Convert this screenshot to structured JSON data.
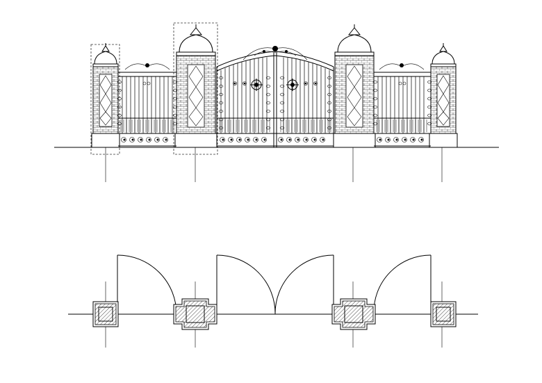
{
  "drawing": {
    "type": "cad-gate-elevation-and-plan",
    "colors": {
      "line": "#000000",
      "background": "#ffffff",
      "dash": "#333333"
    },
    "elevation": {
      "pillars": [
        "pillar-small-left",
        "pillar-large-left",
        "pillar-large-right",
        "pillar-small-right"
      ],
      "panels": [
        "fence-panel-left",
        "main-gate",
        "fence-panel-right"
      ],
      "detail_boxes": 2
    },
    "plan": {
      "pillars": [
        "plan-pillar-small-left",
        "plan-pillar-large-left",
        "plan-pillar-large-right",
        "plan-pillar-small-right"
      ],
      "door_swings": 4
    }
  }
}
